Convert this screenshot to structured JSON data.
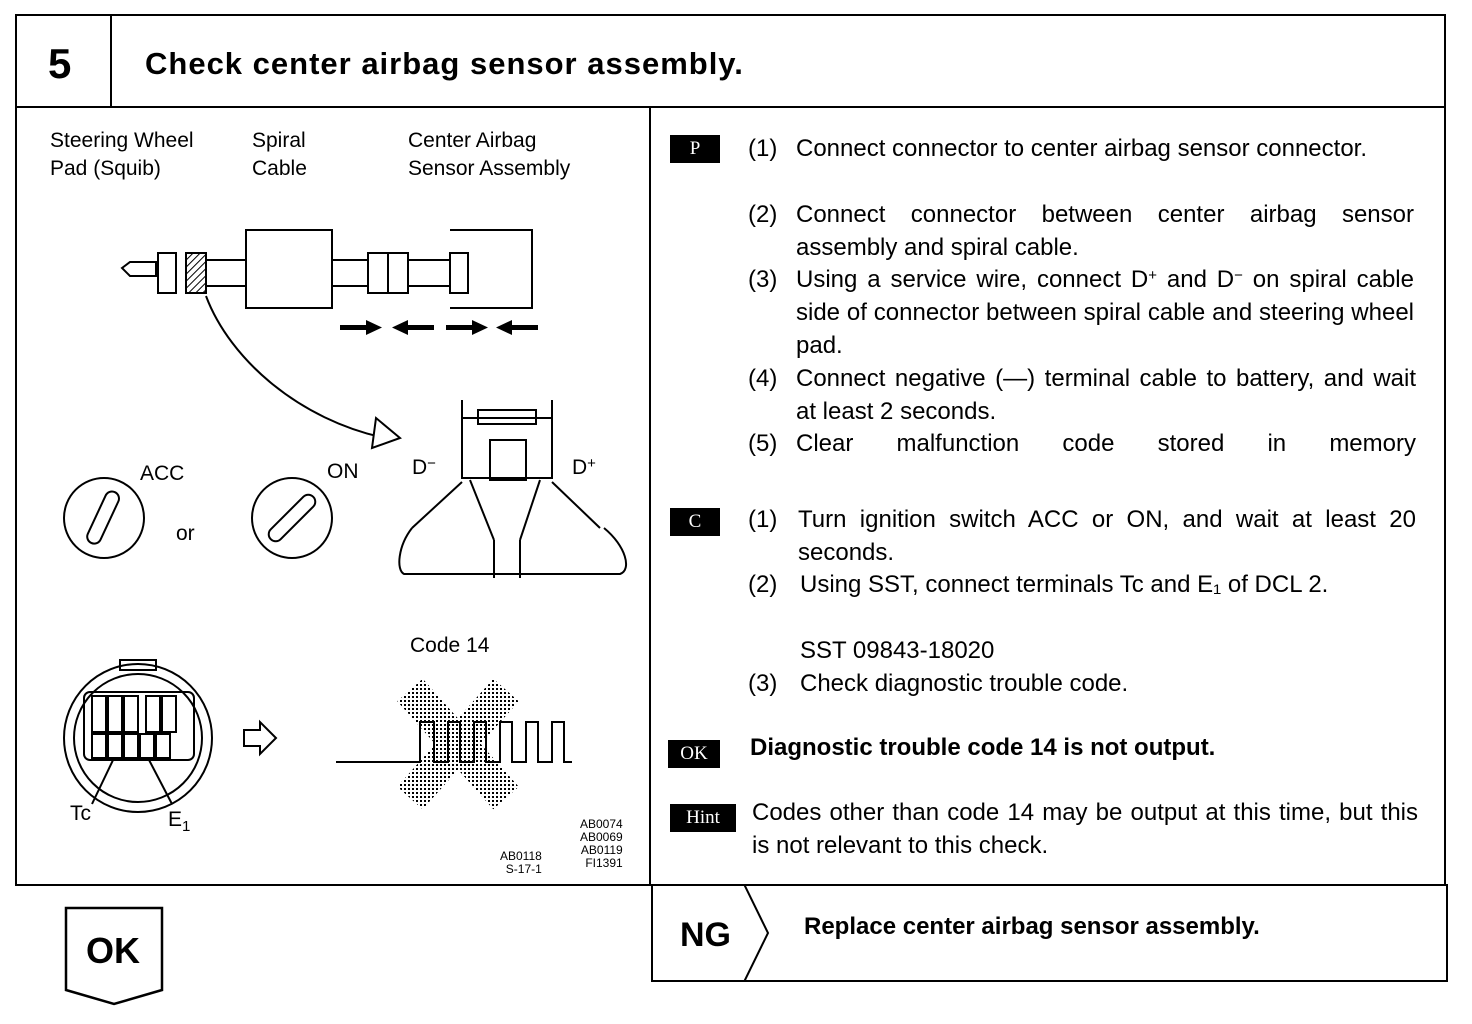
{
  "header": {
    "step_number": "5",
    "title": "Check center airbag sensor assembly."
  },
  "figure": {
    "labels": {
      "steering_wheel": "Steering Wheel\nPad (Squib)",
      "spiral_cable": "Spiral\nCable",
      "center_sensor": "Center Airbag\nSensor Assembly",
      "acc": "ACC",
      "or": "or",
      "on": "ON",
      "d_minus": "D",
      "d_minus_sup": "−",
      "d_plus": "D",
      "d_plus_sup": "+",
      "code14": "Code 14",
      "tc": "Tc",
      "e1": "E",
      "e1_sub": "1"
    },
    "refs_left": "AB0118\nS-17-1",
    "refs_right": "AB0074\nAB0069\nAB0119\nFI1391"
  },
  "steps_p": {
    "badge": "P",
    "items": [
      {
        "n": "(1)",
        "text": "Connect connector to center airbag sensor connector."
      },
      {
        "n": "(2)",
        "text": "Connect connector between center airbag sensor assembly and spiral cable."
      },
      {
        "n": "(3)",
        "text_a": "Using a service wire, connect D",
        "sup_a": "+",
        "text_b": " and D",
        "sup_b": "−",
        "text_c": " on spiral cable side of connector between spiral cable and steering wheel pad."
      },
      {
        "n": "(4)",
        "text": "Connect negative (—) terminal cable to battery, and wait at least 2 seconds."
      },
      {
        "n": "(5)",
        "text": "Clear malfunction code stored in memory"
      }
    ]
  },
  "steps_c": {
    "badge": "C",
    "items": [
      {
        "n": "(1)",
        "text": "Turn ignition switch ACC or ON, and wait at least 20 seconds."
      },
      {
        "n": "(2)",
        "text": "Using SST, connect terminals Tc and E₁ of DCL 2.",
        "sst": "SST 09843-18020"
      },
      {
        "n": "(3)",
        "text": "Check diagnostic trouble code."
      }
    ]
  },
  "ok_result": {
    "badge": "OK",
    "text": "Diagnostic trouble code 14 is not output."
  },
  "hint": {
    "badge": "Hint",
    "text": "Codes other than code 14 may be output at this time, but this is not relevant to this check."
  },
  "ng": {
    "label": "NG",
    "text": "Replace center airbag sensor assembly."
  },
  "ok_arrow": {
    "label": "OK"
  }
}
